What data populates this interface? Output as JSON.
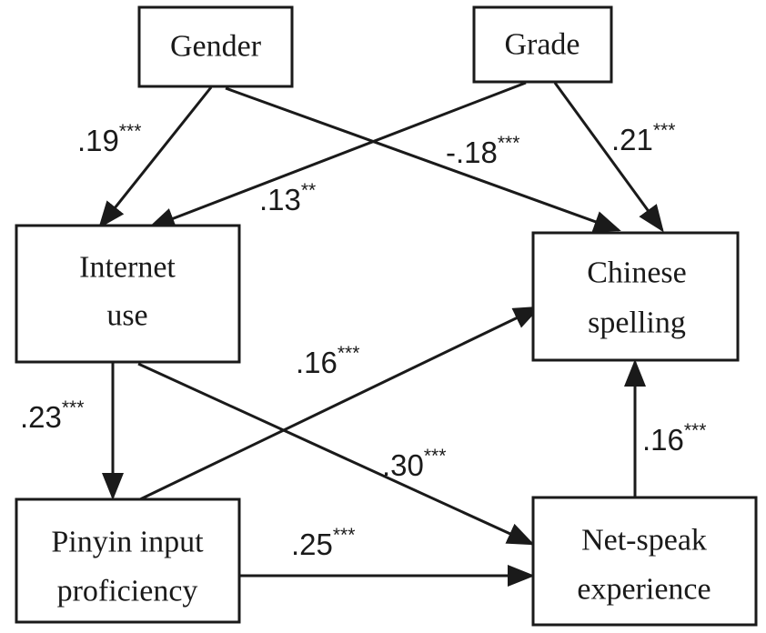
{
  "diagram": {
    "nodes": {
      "gender": {
        "label": "Gender"
      },
      "grade": {
        "label": "Grade"
      },
      "internet_use": {
        "line1": "Internet",
        "line2": "use"
      },
      "chinese_spelling": {
        "line1": "Chinese",
        "line2": "spelling"
      },
      "pinyin": {
        "line1": "Pinyin input",
        "line2": "proficiency"
      },
      "netspeak": {
        "line1": "Net-speak",
        "line2": "experience"
      }
    },
    "paths": {
      "gender_internet": {
        "from": "Gender",
        "to": "Internet use",
        "coef": ".19",
        "sig": "***"
      },
      "gender_spelling": {
        "from": "Gender",
        "to": "Chinese spelling",
        "coef": "-.18",
        "sig": "***"
      },
      "grade_internet": {
        "from": "Grade",
        "to": "Internet use",
        "coef": ".13",
        "sig": "**"
      },
      "grade_spelling": {
        "from": "Grade",
        "to": "Chinese spelling",
        "coef": ".21",
        "sig": "***"
      },
      "internet_pinyin": {
        "from": "Internet use",
        "to": "Pinyin input proficiency",
        "coef": ".23",
        "sig": "***"
      },
      "pinyin_spelling": {
        "from": "Pinyin input proficiency",
        "to": "Chinese spelling",
        "coef": ".16",
        "sig": "***"
      },
      "internet_netspeak": {
        "from": "Internet use",
        "to": "Net-speak experience",
        "coef": ".30",
        "sig": "***"
      },
      "pinyin_netspeak": {
        "from": "Pinyin input proficiency",
        "to": "Net-speak experience",
        "coef": ".25",
        "sig": "***"
      },
      "netspeak_spelling": {
        "from": "Net-speak experience",
        "to": "Chinese spelling",
        "coef": ".16",
        "sig": "***"
      }
    }
  }
}
